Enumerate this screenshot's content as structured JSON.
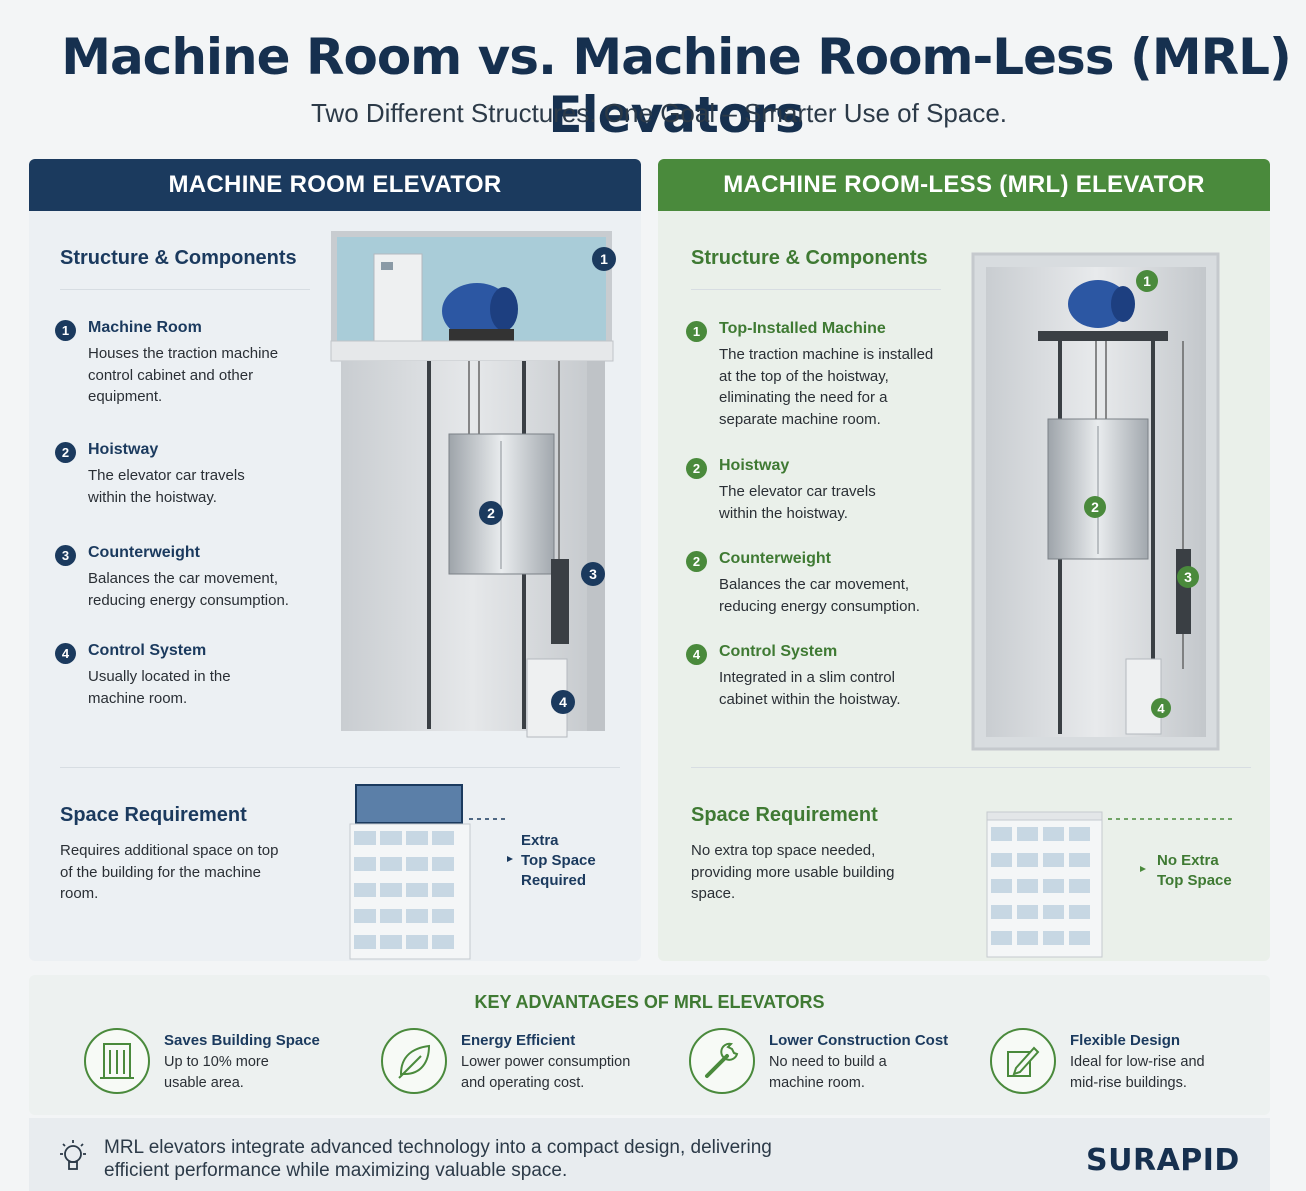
{
  "title": "Machine Room vs. Machine Room-Less (MRL) Elevators",
  "subtitle": "Two Different Structures. One Goal – Smarter Use of Space.",
  "left": {
    "header": "MACHINE ROOM ELEVATOR",
    "structure_title": "Structure & Components",
    "items": [
      {
        "num": "1",
        "title": "Machine Room",
        "desc": "Houses the traction machine control cabinet and other equipment."
      },
      {
        "num": "2",
        "title": "Hoistway",
        "desc": "The elevator car travels within the hoistway."
      },
      {
        "num": "3",
        "title": "Counterweight",
        "desc": "Balances the car movement, reducing energy consumption."
      },
      {
        "num": "4",
        "title": "Control System",
        "desc": "Usually located in the machine room."
      }
    ],
    "markers": [
      "1",
      "2",
      "3",
      "4"
    ],
    "space_title": "Space Requirement",
    "space_desc": "Requires additional space on top of the building for the machine room.",
    "space_label_1": "Extra",
    "space_label_2": "Top Space",
    "space_label_3": "Required"
  },
  "right": {
    "header": "MACHINE ROOM-LESS (MRL) ELEVATOR",
    "structure_title": "Structure & Components",
    "items": [
      {
        "num": "1",
        "title": "Top-Installed Machine",
        "desc": "The traction machine is installed at the top of the hoistway, eliminating the need for a separate machine room."
      },
      {
        "num": "2",
        "title": "Hoistway",
        "desc": "The elevator car travels within the hoistway."
      },
      {
        "num": "2",
        "title": "Counterweight",
        "desc": "Balances the car movement, reducing energy consumption."
      },
      {
        "num": "4",
        "title": "Control System",
        "desc": "Integrated in a slim control cabinet within the hoistway."
      }
    ],
    "markers": [
      "1",
      "2",
      "3",
      "4"
    ],
    "space_title": "Space Requirement",
    "space_desc": "No extra top space needed, providing more usable building space.",
    "space_label_1": "No Extra",
    "space_label_2": "Top Space"
  },
  "advantages": {
    "title": "KEY ADVANTAGES OF MRL ELEVATORS",
    "items": [
      {
        "title": "Saves Building Space",
        "desc": "Up to 10% more usable area.",
        "icon": "building-icon"
      },
      {
        "title": "Energy Efficient",
        "desc": "Lower power consumption and operating cost.",
        "icon": "leaf-icon"
      },
      {
        "title": "Lower Construction Cost",
        "desc": "No need to build a machine room.",
        "icon": "wrench-icon"
      },
      {
        "title": "Flexible Design",
        "desc": "Ideal for low-rise and mid-rise buildings.",
        "icon": "pencil-icon"
      }
    ]
  },
  "footer": {
    "text": "MRL elevators integrate advanced technology into a compact design, delivering efficient performance while maximizing valuable space.",
    "brand": "SURAPID"
  },
  "colors": {
    "navy": "#1b3a5e",
    "green": "#4a8a3c"
  }
}
